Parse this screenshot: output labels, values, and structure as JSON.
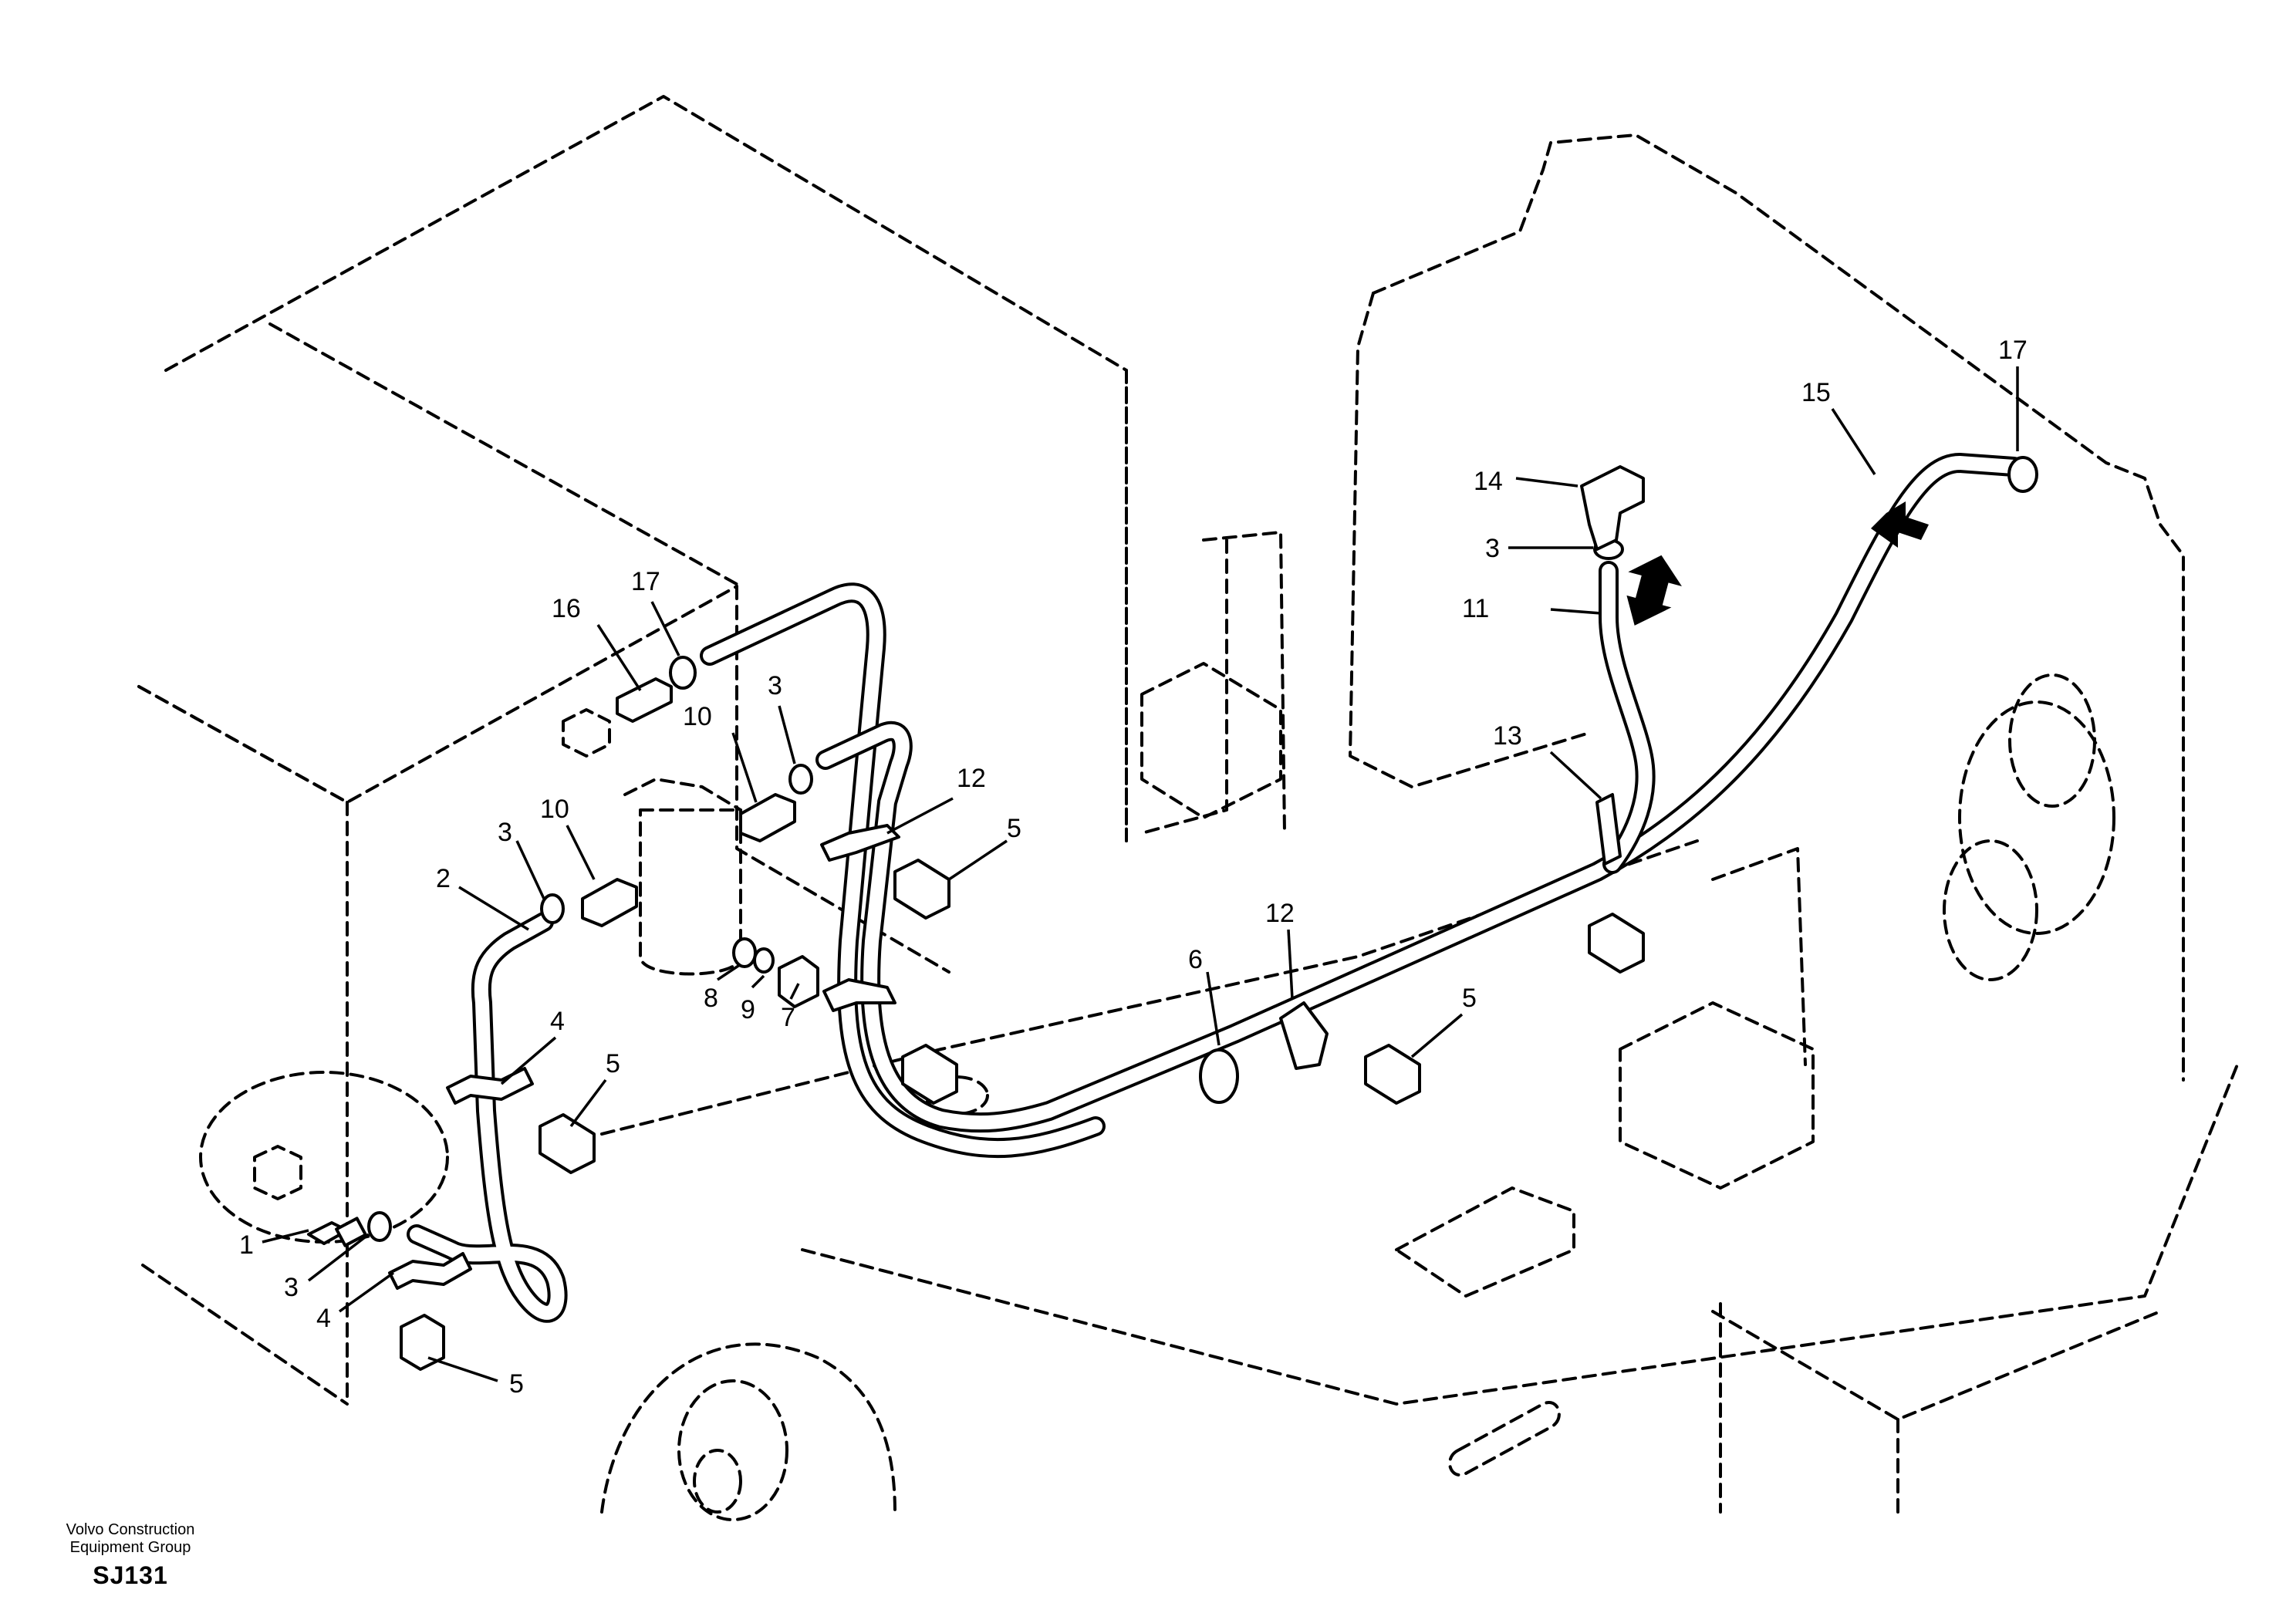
{
  "figure": {
    "type": "exploded-parts-diagram",
    "accent_color": "#000000",
    "direction_arrows": [
      "up-arrow-icon",
      "down-arrow-icon"
    ]
  },
  "callouts": [
    {
      "id": "c1",
      "label": "1"
    },
    {
      "id": "c2",
      "label": "2"
    },
    {
      "id": "c3a",
      "label": "3"
    },
    {
      "id": "c3b",
      "label": "3"
    },
    {
      "id": "c3c",
      "label": "3"
    },
    {
      "id": "c3d",
      "label": "3"
    },
    {
      "id": "c4a",
      "label": "4"
    },
    {
      "id": "c4b",
      "label": "4"
    },
    {
      "id": "c5a",
      "label": "5"
    },
    {
      "id": "c5b",
      "label": "5"
    },
    {
      "id": "c5c",
      "label": "5"
    },
    {
      "id": "c5d",
      "label": "5"
    },
    {
      "id": "c6",
      "label": "6"
    },
    {
      "id": "c7",
      "label": "7"
    },
    {
      "id": "c8",
      "label": "8"
    },
    {
      "id": "c9",
      "label": "9"
    },
    {
      "id": "c10a",
      "label": "10"
    },
    {
      "id": "c10b",
      "label": "10"
    },
    {
      "id": "c11",
      "label": "11"
    },
    {
      "id": "c12a",
      "label": "12"
    },
    {
      "id": "c12b",
      "label": "12"
    },
    {
      "id": "c13",
      "label": "13"
    },
    {
      "id": "c14",
      "label": "14"
    },
    {
      "id": "c15",
      "label": "15"
    },
    {
      "id": "c16",
      "label": "16"
    },
    {
      "id": "c17a",
      "label": "17"
    },
    {
      "id": "c17b",
      "label": "17"
    }
  ],
  "footer": {
    "company_line1": "Volvo Construction",
    "company_line2": "Equipment Group",
    "code": "SJ131"
  }
}
